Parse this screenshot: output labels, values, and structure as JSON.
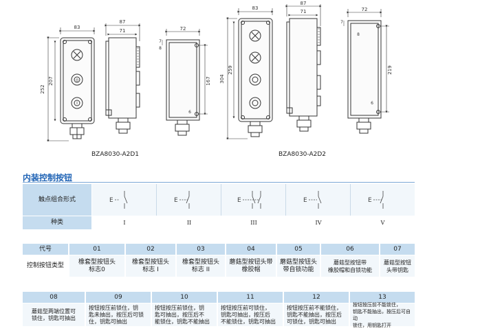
{
  "drawings": {
    "a2d1": {
      "caption": "BZA8030-A2D1",
      "front": {
        "width_label": "83",
        "total_height_label": "252",
        "mount_height_label": "207"
      },
      "side": {
        "depth_label": "87",
        "inner_depth_label": "71"
      },
      "rear": {
        "width_label": "72",
        "hole_height_label": "167",
        "top_label": "7",
        "offset_label": "8",
        "bottom_label": "6"
      }
    },
    "a2d2": {
      "caption": "BZA8030-A2D2",
      "front": {
        "width_label": "83",
        "total_height_label": "304",
        "mount_height_label": "259"
      },
      "side": {
        "depth_label": "87",
        "inner_depth_label": "71"
      },
      "rear": {
        "width_label": "72",
        "hole_height_label": "219",
        "top_label": "7",
        "offset_label": "8",
        "bottom_label": "6"
      }
    }
  },
  "section_title": "内装控制按钮",
  "contact_table": {
    "row1_label": "触点组合形式",
    "row2_label": "种类",
    "types": [
      "I",
      "II",
      "III",
      "IV",
      "V"
    ]
  },
  "code_table_1": {
    "code_header": "代号",
    "type_header": "控制按钮类型",
    "items": [
      {
        "code": "01",
        "desc": "橡套型按钮头\n标志0"
      },
      {
        "code": "02",
        "desc": "橡套型按钮头\n标志 I"
      },
      {
        "code": "03",
        "desc": "橡套型按钮头\n标志 II"
      },
      {
        "code": "04",
        "desc": "蘑菇型按钮头带\n橡胶帽"
      },
      {
        "code": "05",
        "desc": "蘑菇型按钮头\n带自锁功能"
      },
      {
        "code": "06",
        "desc": "蘑菇型按钮带\n橡胶帽和自锁功能"
      },
      {
        "code": "07",
        "desc": "蘑菇型按钮\n头带钥匙"
      }
    ]
  },
  "code_table_2": {
    "items": [
      {
        "code": "08",
        "desc": "蘑菇型两端位置可\n锁住，钥匙可抽出"
      },
      {
        "code": "09",
        "desc": "按钮按压前锁住，钥\n匙未抽出，按压后可锁\n住，钥匙可抽出"
      },
      {
        "code": "10",
        "desc": "按钮按压前锁住，钥\n匙可抽出，按压后不\n能锁住，钥匙不能抽出"
      },
      {
        "code": "11",
        "desc": "按钮按压前可锁住，\n钥匙可抽出，按压后\n不能锁住，钥匙可抽出"
      },
      {
        "code": "12",
        "desc": "按钮按压前不能锁住，\n钥匙不能抽出，按压后\n可锁住，钥匙可抽出"
      },
      {
        "code": "13",
        "desc": "按钮按压前不能锁住，\n钥匙不能抽出，按压后可自动\n锁住，用钥匙打开"
      }
    ]
  }
}
